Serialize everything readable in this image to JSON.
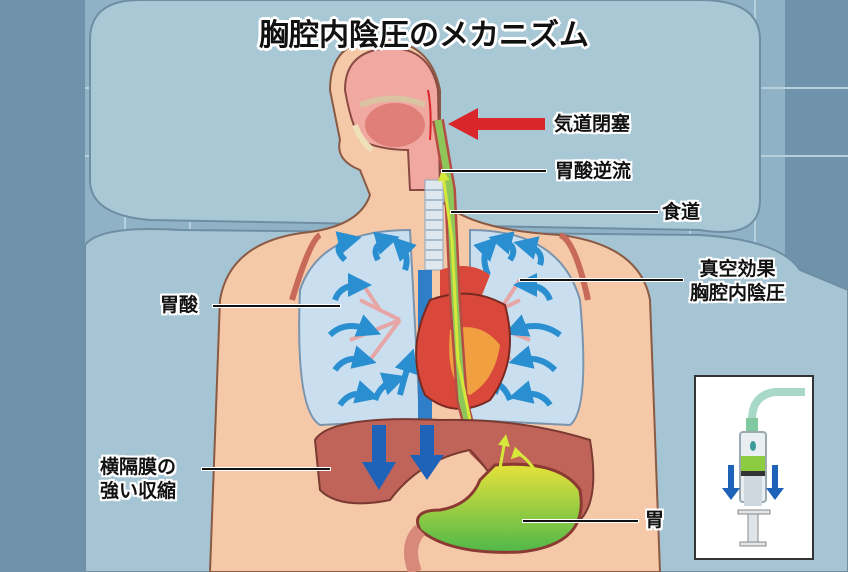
{
  "title": "胸腔内陰圧のメカニズム",
  "labels": {
    "airway_obstruction": "気道閉塞",
    "acid_reflux": "胃酸逆流",
    "esophagus": "食道",
    "vacuum_effect_line1": "真空効果",
    "vacuum_effect_line2": "胸腔内陰圧",
    "gastric_acid": "胃酸",
    "diaphragm_line1": "横隔膜の",
    "diaphragm_line2": "強い収縮",
    "stomach": "胃"
  },
  "colors": {
    "background": "#6e93ab",
    "pillow": "#a9c8d6",
    "skin": "#f5c9a8",
    "lung": "#c9dff0",
    "pressure_arrow": "#2a8fd0",
    "diaphragm_arrow": "#1f63b8",
    "airway_arrow": "#d9262b",
    "esophagus": "#8fc65a",
    "acid": "#c5df3a",
    "heart": "#d9483a",
    "stomach_fill": "#7cc84a"
  },
  "inset": {
    "description": "syringe-analogy",
    "arrows": "down"
  }
}
